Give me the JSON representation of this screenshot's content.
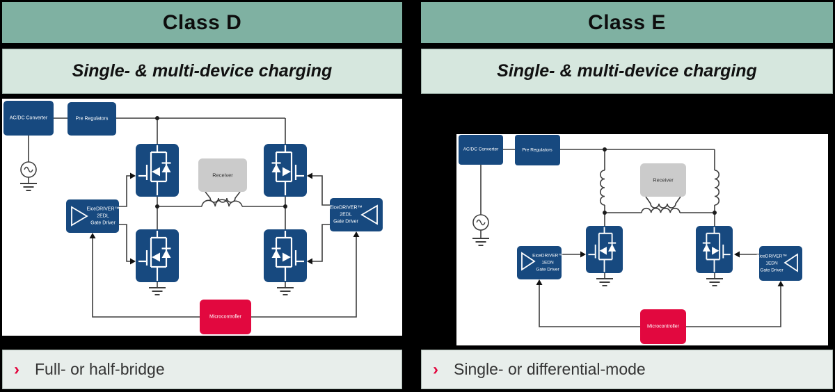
{
  "colors": {
    "header_bg": "#7FB1A2",
    "subtitle_bg": "#D6E7DE",
    "bullet_bg": "#E8EEEB",
    "device_navy": "#17497F",
    "microcontroller_red": "#E2083F",
    "receiver_gray": "#CBCBCB",
    "wire": "#3D3D3D",
    "bullet_chevron_red": "#E2083F"
  },
  "class_d": {
    "title": "Class D",
    "subtitle": "Single- & multi-device charging",
    "bullet_icon": "›",
    "bullet": "Full- or half-bridge",
    "diagram": {
      "acdc": "AC/DC Converter",
      "prereg": "Pre Regulators",
      "receiver": "Receiver",
      "microcontroller": "Microcontroller",
      "driver_line1": "EiceDRIVER™",
      "driver_line2": "2EDL",
      "driver_line3": "Gate Driver"
    }
  },
  "class_e": {
    "title": "Class E",
    "subtitle": "Single- & multi-device charging",
    "bullet_icon": "›",
    "bullet": "Single- or differential-mode",
    "diagram": {
      "acdc": "AC/DC Converter",
      "prereg": "Pre Regulators",
      "receiver": "Receiver",
      "microcontroller": "Microcontroller",
      "driver_line1": "EiceDRIVER™",
      "driver_line2": "1EDN",
      "driver_line3": "Gate Driver"
    }
  }
}
